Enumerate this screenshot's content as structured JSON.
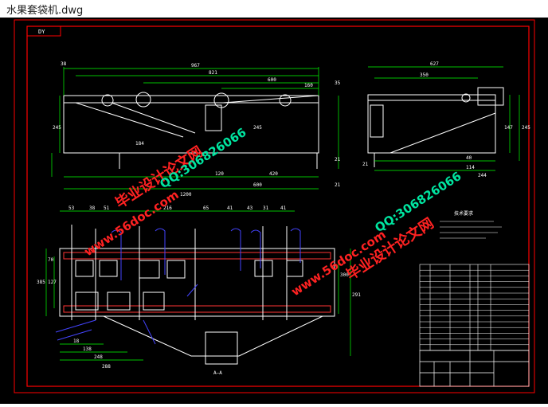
{
  "window": {
    "title": "水果套袋机.dwg"
  },
  "drawing": {
    "sheet_tag": "DY",
    "section_label": "A—A",
    "notes_title": "技术要求",
    "colors": {
      "background": "#000000",
      "border": "#ff0000",
      "geometry": "#ffffff",
      "dimension": "#00ff00",
      "hatch": "#4444ff",
      "watermark_red": "#ff2222",
      "watermark_green": "#00e5a0"
    },
    "front_view_dims": [
      "967",
      "821",
      "600",
      "160",
      "35",
      "38",
      "245",
      "184",
      "245",
      "120",
      "420",
      "21",
      "600",
      "1200",
      "21"
    ],
    "side_view_dims": [
      "627",
      "350",
      "40",
      "114",
      "21",
      "147",
      "245",
      "244"
    ],
    "plan_view_dims": [
      "53",
      "38",
      "51",
      "216",
      "65",
      "41",
      "43",
      "31",
      "41",
      "70",
      "127",
      "385",
      "300",
      "291",
      "18",
      "138",
      "248",
      "288"
    ],
    "watermarks": [
      {
        "text": "毕业设计论文网"
      },
      {
        "text": "www.56doc.com"
      },
      {
        "text": "QQ:306826066"
      },
      {
        "text": "QQ:306826066"
      },
      {
        "text": "www.56doc.com"
      },
      {
        "text": "毕业设计论文网"
      }
    ]
  }
}
